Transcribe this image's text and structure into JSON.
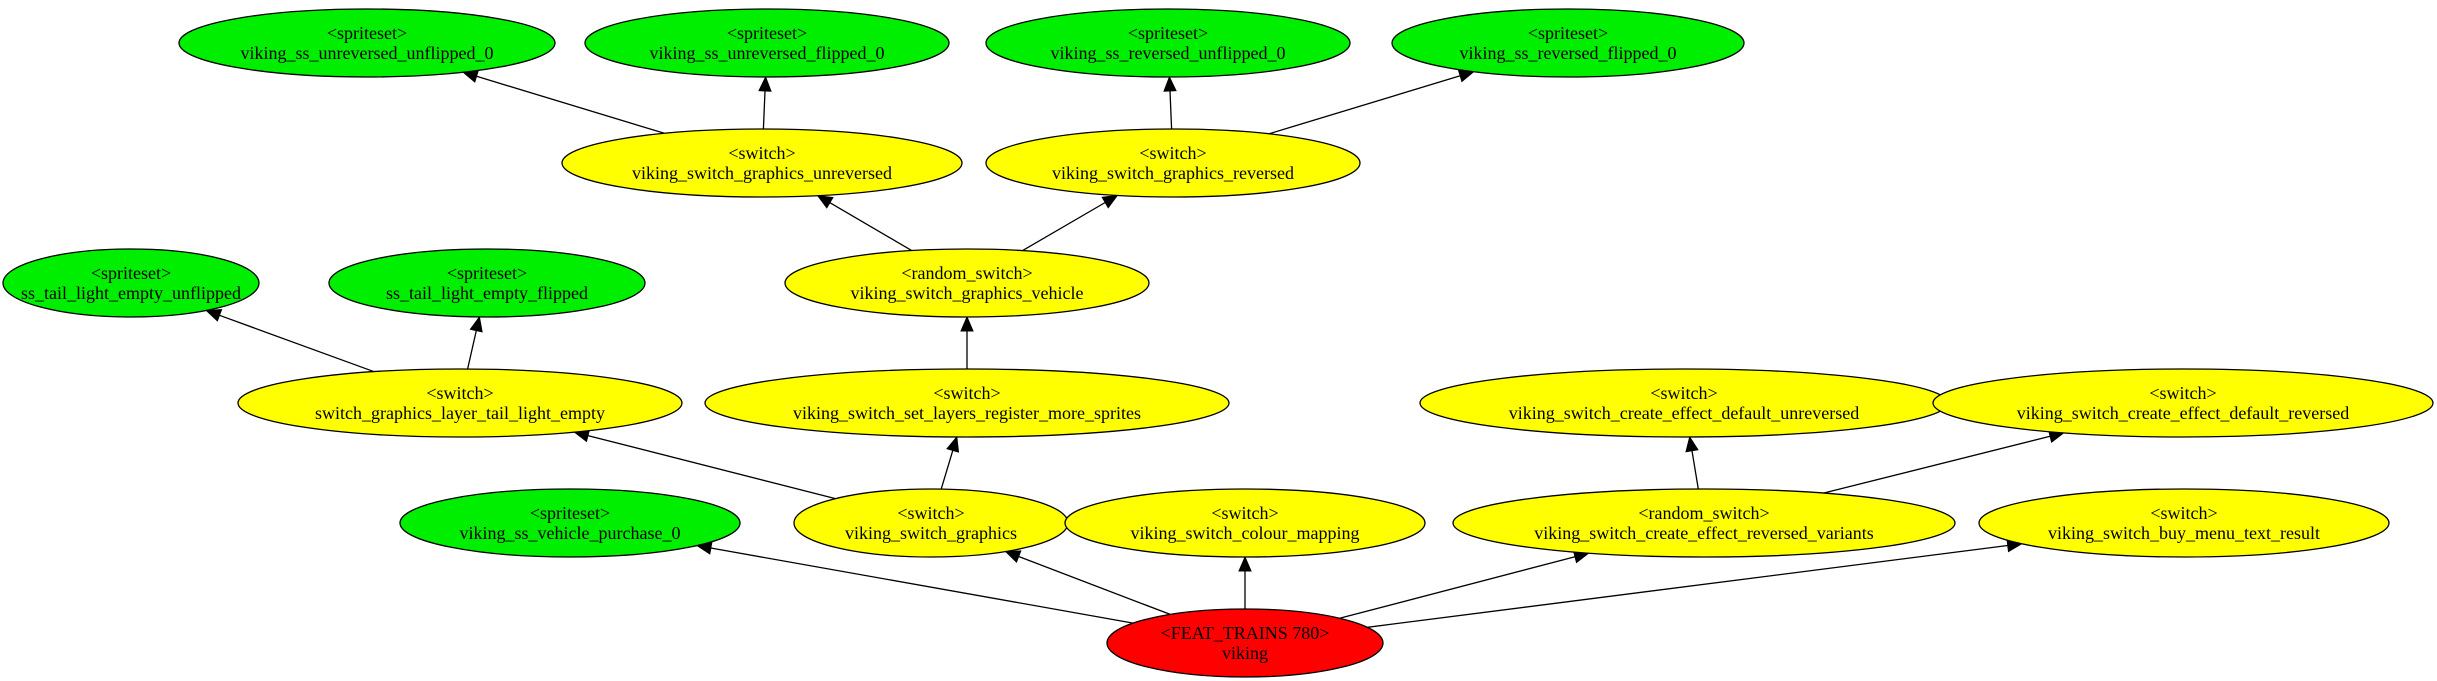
{
  "colors": {
    "spriteset": "#00ee00",
    "switch": "#ffff00",
    "root": "#ff0000"
  },
  "nodes": {
    "ss_uu": {
      "type": "<spriteset>",
      "name": "viking_ss_unreversed_unflipped_0",
      "kind": "spriteset"
    },
    "ss_uf": {
      "type": "<spriteset>",
      "name": "viking_ss_unreversed_flipped_0",
      "kind": "spriteset"
    },
    "ss_ru": {
      "type": "<spriteset>",
      "name": "viking_ss_reversed_unflipped_0",
      "kind": "spriteset"
    },
    "ss_rf": {
      "type": "<spriteset>",
      "name": "viking_ss_reversed_flipped_0",
      "kind": "spriteset"
    },
    "sw_gu": {
      "type": "<switch>",
      "name": "viking_switch_graphics_unreversed",
      "kind": "switch"
    },
    "sw_gr": {
      "type": "<switch>",
      "name": "viking_switch_graphics_reversed",
      "kind": "switch"
    },
    "ss_tlu": {
      "type": "<spriteset>",
      "name": "ss_tail_light_empty_unflipped",
      "kind": "spriteset"
    },
    "ss_tlf": {
      "type": "<spriteset>",
      "name": "ss_tail_light_empty_flipped",
      "kind": "spriteset"
    },
    "rs_gv": {
      "type": "<random_switch>",
      "name": "viking_switch_graphics_vehicle",
      "kind": "switch"
    },
    "sw_tl": {
      "type": "<switch>",
      "name": "switch_graphics_layer_tail_light_empty",
      "kind": "switch"
    },
    "sw_lr": {
      "type": "<switch>",
      "name": "viking_switch_set_layers_register_more_sprites",
      "kind": "switch"
    },
    "sw_ceu": {
      "type": "<switch>",
      "name": "viking_switch_create_effect_default_unreversed",
      "kind": "switch"
    },
    "sw_cer": {
      "type": "<switch>",
      "name": "viking_switch_create_effect_default_reversed",
      "kind": "switch"
    },
    "ss_vp": {
      "type": "<spriteset>",
      "name": "viking_ss_vehicle_purchase_0",
      "kind": "spriteset"
    },
    "sw_g": {
      "type": "<switch>",
      "name": "viking_switch_graphics",
      "kind": "switch"
    },
    "sw_cm": {
      "type": "<switch>",
      "name": "viking_switch_colour_mapping",
      "kind": "switch"
    },
    "rs_cerv": {
      "type": "<random_switch>",
      "name": "viking_switch_create_effect_reversed_variants",
      "kind": "switch"
    },
    "sw_bm": {
      "type": "<switch>",
      "name": "viking_switch_buy_menu_text_result",
      "kind": "switch"
    },
    "root": {
      "type": "<FEAT_TRAINS 780>",
      "name": "viking",
      "kind": "root"
    }
  },
  "edges": [
    [
      "sw_gu",
      "ss_uu"
    ],
    [
      "sw_gu",
      "ss_uf"
    ],
    [
      "sw_gr",
      "ss_ru"
    ],
    [
      "sw_gr",
      "ss_rf"
    ],
    [
      "rs_gv",
      "sw_gu"
    ],
    [
      "rs_gv",
      "sw_gr"
    ],
    [
      "sw_tl",
      "ss_tlu"
    ],
    [
      "sw_tl",
      "ss_tlf"
    ],
    [
      "sw_lr",
      "rs_gv"
    ],
    [
      "sw_g",
      "sw_tl"
    ],
    [
      "sw_g",
      "sw_lr"
    ],
    [
      "rs_cerv",
      "sw_ceu"
    ],
    [
      "rs_cerv",
      "sw_cer"
    ],
    [
      "root",
      "ss_vp"
    ],
    [
      "root",
      "sw_g"
    ],
    [
      "root",
      "sw_cm"
    ],
    [
      "root",
      "rs_cerv"
    ],
    [
      "root",
      "sw_bm"
    ]
  ]
}
